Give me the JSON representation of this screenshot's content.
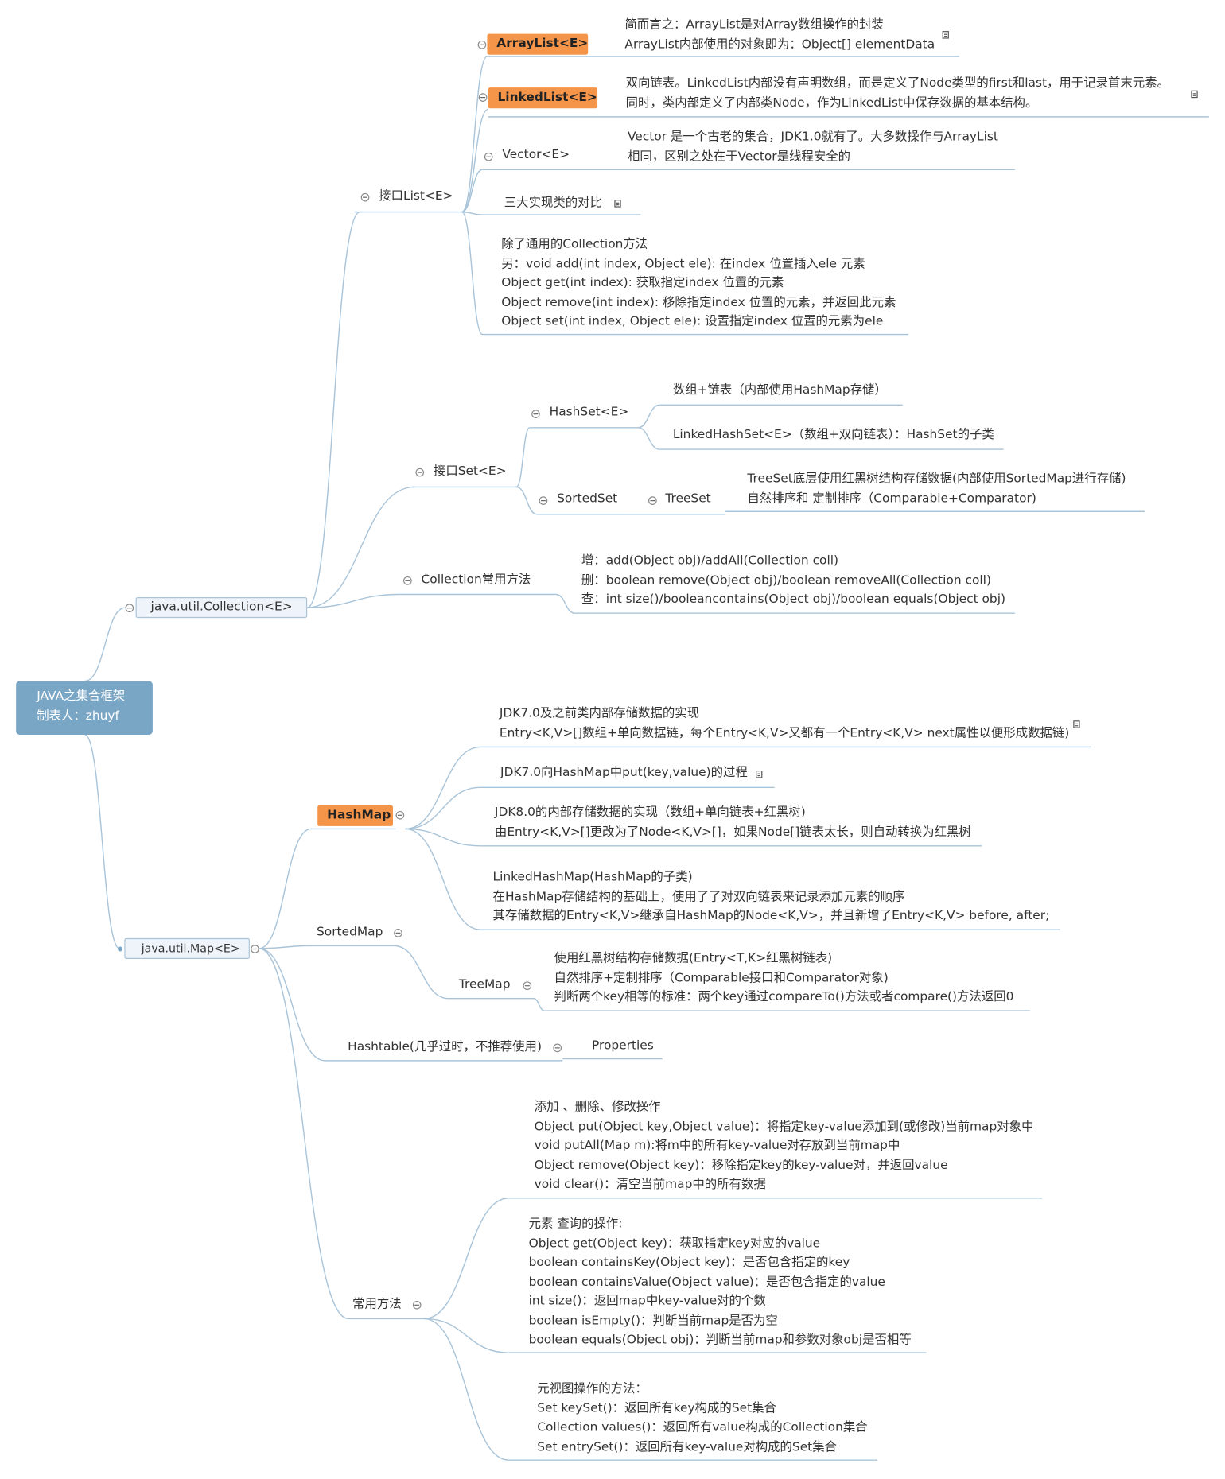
{
  "root": {
    "line1": "JAVA之集合框架",
    "line2": "制表人：zhuyf"
  },
  "collection": {
    "label": "java.util.Collection<E>",
    "list": {
      "label": "接口List<E>",
      "arraylist": {
        "label": "ArrayList<E>",
        "desc": [
          "简而言之：ArrayList是对Array数组操作的封装",
          "ArrayList内部使用的对象即为：Object[] elementData"
        ]
      },
      "linkedlist": {
        "label": "LinkedList<E>",
        "desc": [
          "双向链表。LinkedList内部没有声明数组，而是定义了Node类型的first和last，用于记录首末元素。",
          "同时，类内部定义了内部类Node，作为LinkedList中保存数据的基本结构。"
        ]
      },
      "vector": {
        "label": "Vector<E>",
        "desc": [
          "Vector 是一个古老的集合，JDK1.0就有了。大多数操作与ArrayList",
          "相同，区别之处在于Vector是线程安全的"
        ]
      },
      "compare": "三大实现类的对比",
      "methods": [
        "除了通用的Collection方法",
        "另：void add(int index, Object ele): 在index 位置插入ele 元素",
        "Object get(int index): 获取指定index 位置的元素",
        "Object remove(int index): 移除指定index 位置的元素，并返回此元素",
        "Object set(int index, Object ele): 设置指定index 位置的元素为ele"
      ]
    },
    "set": {
      "label": "接口Set<E>",
      "hashset": {
        "label": "HashSet<E>",
        "child1": "数组+链表（内部使用HashMap存储）",
        "child2": "LinkedHashSet<E>（数组+双向链表）：HashSet的子类"
      },
      "sortedset": {
        "label": "SortedSet",
        "treeset": "TreeSet",
        "desc": [
          "TreeSet底层使用红黑树结构存储数据(内部使用SortedMap进行存储)",
          "自然排序和 定制排序（Comparable+Comparator)"
        ]
      }
    },
    "common": {
      "label": "Collection常用方法",
      "desc": [
        "增：add(Object obj)/addAll(Collection coll)",
        "删：boolean remove(Object obj)/boolean removeAll(Collection coll)",
        "查：int size()/booleancontains(Object obj)/boolean equals(Object obj)"
      ]
    }
  },
  "map": {
    "label": "java.util.Map<E>",
    "hashmap": {
      "label": "HashMap",
      "jdk7": [
        "JDK7.0及之前类内部存储数据的实现",
        "Entry<K,V>[]数组+单向数据链，每个Entry<K,V>又都有一个Entry<K,V> next属性以便形成数据链)"
      ],
      "put": "JDK7.0向HashMap中put(key,value)的过程",
      "jdk8": [
        "JDK8.0的内部存储数据的实现（数组+单向链表+红黑树)",
        "由Entry<K,V>[]更改为了Node<K,V>[]，如果Node[]链表太长，则自动转换为红黑树"
      ],
      "linked": [
        "LinkedHashMap(HashMap的子类)",
        "在HashMap存储结构的基础上，使用了了对双向链表来记录添加元素的顺序",
        "其存储数据的Entry<K,V>继承自HashMap的Node<K,V>，并且新增了Entry<K,V> before, after;"
      ]
    },
    "sortedmap": {
      "label": "SortedMap",
      "treemap": "TreeMap",
      "desc": [
        "使用红黑树结构存储数据(Entry<T,K>红黑树链表)",
        "自然排序+定制排序（Comparable接口和Comparator对象)",
        "判断两个key相等的标准：两个key通过compareTo()方法或者compare()方法返回0"
      ]
    },
    "hashtable": {
      "label": "Hashtable(几乎过时，不推荐使用)",
      "properties": "Properties"
    },
    "methods": {
      "label": "常用方法",
      "modify": [
        "添加 、删除、修改操作",
        "Object put(Object key,Object value)：将指定key-value添加到(或修改)当前map对象中",
        "void putAll(Map m):将m中的所有key-value对存放到当前map中",
        "Object remove(Object key)：移除指定key的key-value对，并返回value",
        "void clear()：清空当前map中的所有数据"
      ],
      "query": [
        "元素 查询的操作:",
        "Object get(Object key)：获取指定key对应的value",
        "boolean containsKey(Object key)：是否包含指定的key",
        "boolean containsValue(Object value)：是否包含指定的value",
        "int size()：返回map中key-value对的个数",
        "boolean isEmpty()：判断当前map是否为空",
        "boolean equals(Object obj)：判断当前map和参数对象obj是否相等"
      ],
      "view": [
        "元视图操作的方法：",
        "Set keySet()：返回所有key构成的Set集合",
        "Collection values()：返回所有value构成的Collection集合",
        "Set entrySet()：返回所有key-value对构成的Set集合"
      ]
    }
  },
  "colors": {
    "root": "#7aa6c5",
    "highlight": "#f5954a",
    "line": "#a9c4d9",
    "box": "#eef4fa"
  }
}
